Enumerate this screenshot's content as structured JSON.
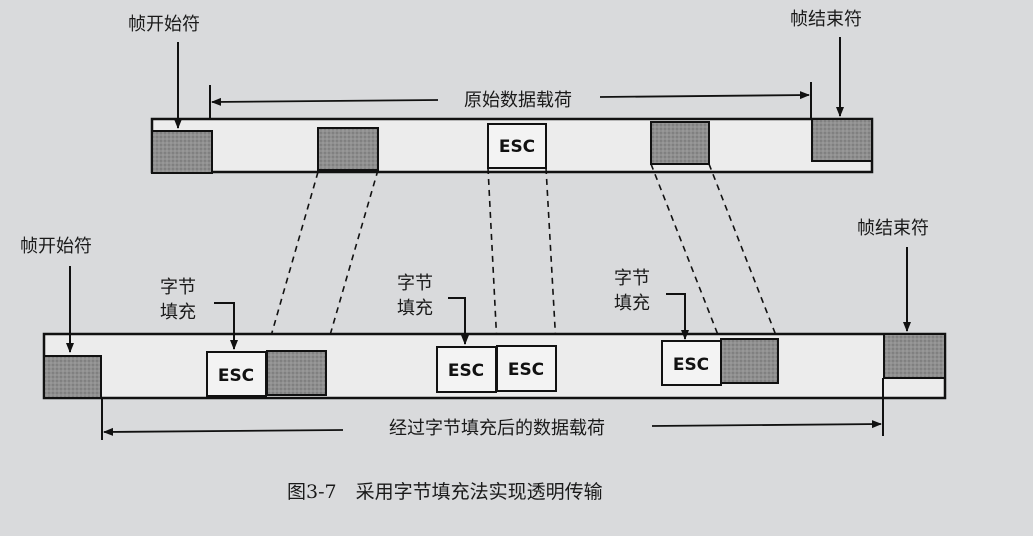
{
  "labels": {
    "top_start_flag": "帧开始符",
    "top_end_flag": "帧结束符",
    "original_payload": "原始数据载荷",
    "bottom_start_flag": "帧开始符",
    "bottom_end_flag": "帧结束符",
    "stuffed_payload": "经过字节填充后的数据载荷",
    "byte_stuff_line1": "字节",
    "byte_stuff_line2": "填充"
  },
  "escape_byte": "ESC",
  "caption": "图3-7　采用字节填充法实现透明传输",
  "colors": {
    "background": "#d9dadc",
    "flag_fill": "#8a8a8a",
    "frame_fill": "#ececec",
    "stroke": "#111111"
  }
}
